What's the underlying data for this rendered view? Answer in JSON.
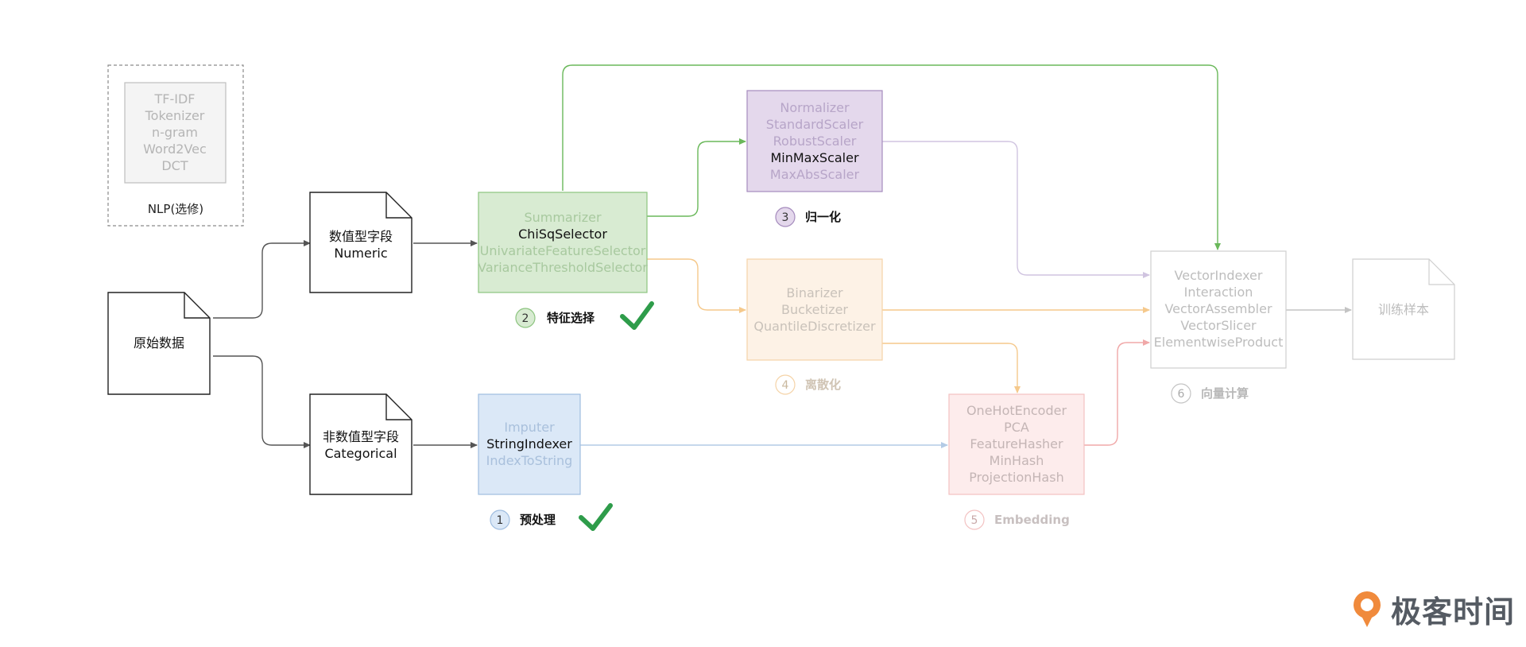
{
  "nlp_box": {
    "items": [
      "TF-IDF",
      "Tokenizer",
      "n-gram",
      "Word2Vec",
      "DCT"
    ],
    "label": "NLP(选修)"
  },
  "raw_data": {
    "label": "原始数据"
  },
  "numeric_field": {
    "line1": "数值型字段",
    "line2": "Numeric"
  },
  "categorical_field": {
    "line1": "非数值型字段",
    "line2": "Categorical"
  },
  "stage_feature_selection": {
    "items": [
      "Summarizer",
      "ChiSqSelector",
      "UnivariateFeatureSelector",
      "VarianceThresholdSelector"
    ],
    "number": "2",
    "label": "特征选择",
    "checked": true
  },
  "stage_preprocess": {
    "items": [
      "Imputer",
      "StringIndexer",
      "IndexToString"
    ],
    "number": "1",
    "label": "预处理",
    "checked": true
  },
  "stage_normalize": {
    "items": [
      "Normalizer",
      "StandardScaler",
      "RobustScaler",
      "MinMaxScaler",
      "MaxAbsScaler"
    ],
    "number": "3",
    "label": "归一化"
  },
  "stage_discretize": {
    "items": [
      "Binarizer",
      "Bucketizer",
      "QuantileDiscretizer"
    ],
    "number": "4",
    "label": "离散化"
  },
  "stage_embedding": {
    "items": [
      "OneHotEncoder",
      "PCA",
      "FeatureHasher",
      "MinHash",
      "ProjectionHash"
    ],
    "number": "5",
    "label": "Embedding"
  },
  "stage_vector": {
    "items": [
      "VectorIndexer",
      "Interaction",
      "VectorAssembler",
      "VectorSlicer",
      "ElementwiseProduct"
    ],
    "number": "6",
    "label": "向量计算"
  },
  "training_samples": {
    "label": "训练样本"
  },
  "brand": {
    "name": "极客时间"
  },
  "colors": {
    "green": "#6ab85a",
    "blue": "#9fbde0",
    "purple": "#a58bbd",
    "orange": "#f5c98c",
    "pink": "#f0b1b1",
    "gray": "#c8c8c8",
    "check": "#2e9c4a"
  }
}
